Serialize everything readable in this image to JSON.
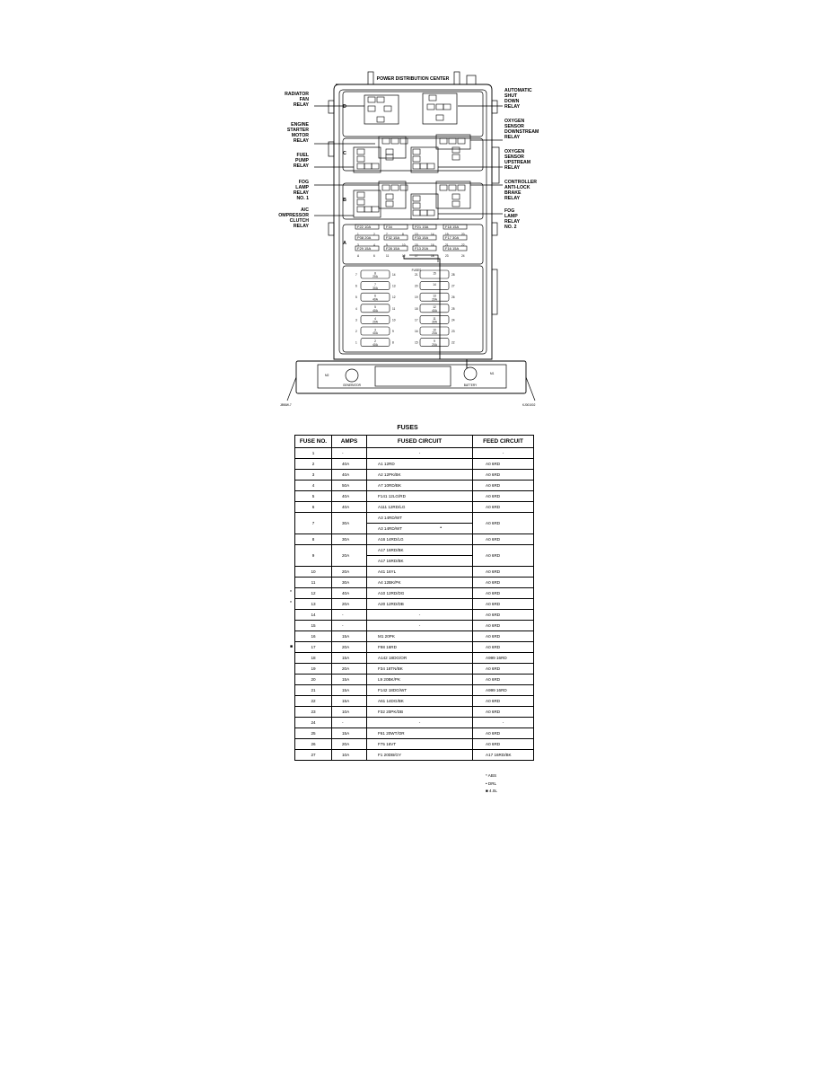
{
  "diagram": {
    "title": "POWER DISTRIBUTION CENTER",
    "left_labels": [
      {
        "id": "radiator-fan-relay",
        "lines": [
          "RADIATOR",
          "FAN",
          "RELAY"
        ]
      },
      {
        "id": "engine-starter-motor-relay",
        "lines": [
          "ENGINE",
          "STARTER",
          "MOTOR",
          "RELAY"
        ]
      },
      {
        "id": "fuel-pump-relay",
        "lines": [
          "FUEL",
          "PUMP",
          "RELAY"
        ]
      },
      {
        "id": "fog-lamp-relay-1",
        "lines": [
          "FOG",
          "LAMP",
          "RELAY",
          "NO. 1"
        ]
      },
      {
        "id": "ac-compressor-clutch-relay",
        "lines": [
          "A/C",
          "COMPRESSOR",
          "CLUTCH",
          "RELAY"
        ]
      }
    ],
    "right_labels": [
      {
        "id": "automatic-shut-down-relay",
        "lines": [
          "AUTOMATIC",
          "SHUT",
          "DOWN",
          "RELAY"
        ]
      },
      {
        "id": "oxygen-sensor-downstream-relay",
        "lines": [
          "OXYGEN",
          "SENSOR",
          "DOWNSTREAM",
          "RELAY"
        ]
      },
      {
        "id": "oxygen-sensor-upstream-relay",
        "lines": [
          "OXYGEN",
          "SENSOR",
          "UPSTREAM",
          "RELAY"
        ]
      },
      {
        "id": "controller-anti-lock-brake-relay",
        "lines": [
          "CONTROLLER",
          "ANTI-LOCK",
          "BRAKE",
          "RELAY"
        ]
      },
      {
        "id": "fog-lamp-relay-2",
        "lines": [
          "FOG",
          "LAMP",
          "RELAY",
          "NO. 2"
        ]
      }
    ],
    "row_letters": [
      "D",
      "C",
      "B",
      "A"
    ],
    "minifuse_labels": [
      "F22 10A",
      "F34",
      "P21 15A",
      "F18 15A",
      "P38 20A",
      "F32 15A",
      "F33 15A",
      "F17 30A",
      "F29 15A",
      "F28 15A",
      "F13 20A",
      "F16 15A"
    ],
    "minifuse_cavities": [
      "1",
      "2",
      "7",
      "8",
      "13",
      "14",
      "19",
      "20",
      "3",
      "4",
      "9",
      "10",
      "15",
      "16",
      "21",
      "22",
      "A",
      "6",
      "11",
      "12",
      "17",
      "18",
      "23",
      "24"
    ],
    "fuses_heading": "FUSES",
    "left_fuses": [
      {
        "n": "8",
        "a": "20A",
        "l": "7",
        "r": "14"
      },
      {
        "n": "7",
        "a": "30A",
        "l": "6",
        "r": "13"
      },
      {
        "n": "6",
        "a": "40A",
        "l": "5",
        "r": "12"
      },
      {
        "n": "5",
        "a": "40A",
        "l": "4",
        "r": "11"
      },
      {
        "n": "4",
        "a": "20A",
        "l": "3",
        "r": "10"
      },
      {
        "n": "3",
        "a": "40A",
        "l": "2",
        "r": "9"
      },
      {
        "n": "2",
        "a": "40A",
        "l": "1",
        "r": "8"
      }
    ],
    "right_fuses": [
      {
        "n": "15",
        "a": "",
        "l": "21",
        "r": "28"
      },
      {
        "n": "14",
        "a": "",
        "l": "20",
        "r": "27"
      },
      {
        "n": "13",
        "a": "20A",
        "l": "19",
        "r": "26"
      },
      {
        "n": "12",
        "a": "40A",
        "l": "18",
        "r": "25"
      },
      {
        "n": "11",
        "a": "30A",
        "l": "17",
        "r": "24"
      },
      {
        "n": "10",
        "a": "20A",
        "l": "16",
        "r": "23"
      },
      {
        "n": "9",
        "a": "20A",
        "l": "15",
        "r": "22"
      }
    ],
    "m2_label": "M2",
    "m1_label": "M1",
    "generator_label": "GENERATOR",
    "battery_label": "BATTERY",
    "ref_left": "J898W-7",
    "ref_right": "KJ001002"
  },
  "table": {
    "title": "FUSES",
    "headers": [
      "FUSE NO.",
      "AMPS",
      "FUSED CIRCUIT",
      "FEED CIRCUIT"
    ],
    "rows": [
      {
        "no": "1",
        "mark": "",
        "amps": "-",
        "circuits": [
          {
            "t": "-",
            "c": true
          }
        ],
        "feed": "-",
        "feed_c": true
      },
      {
        "no": "2",
        "mark": "",
        "amps": "40A",
        "circuits": [
          {
            "t": "A1 12RD"
          }
        ],
        "feed": "A0 6RD"
      },
      {
        "no": "3",
        "mark": "",
        "amps": "40A",
        "circuits": [
          {
            "t": "A2 12PK/BK"
          }
        ],
        "feed": "A0 6RD"
      },
      {
        "no": "4",
        "mark": "",
        "amps": "50A",
        "circuits": [
          {
            "t": "A7 10RD/BK"
          }
        ],
        "feed": "A0 6RD"
      },
      {
        "no": "5",
        "mark": "",
        "amps": "40A",
        "circuits": [
          {
            "t": "F141 12LG/RD"
          }
        ],
        "feed": "A0 6RD"
      },
      {
        "no": "6",
        "mark": "",
        "amps": "40A",
        "circuits": [
          {
            "t": "A111 12RD/LG"
          }
        ],
        "feed": "A0 6RD"
      },
      {
        "no": "7",
        "mark": "",
        "amps": "30A",
        "circuits": [
          {
            "t": "A3 14RD/WT"
          },
          {
            "t": "A3 14RD/WT",
            "note": "•"
          }
        ],
        "feed": "A0 6RD"
      },
      {
        "no": "8",
        "mark": "",
        "amps": "30A",
        "circuits": [
          {
            "t": "A16 14RD/LG"
          }
        ],
        "feed": "A0 6RD"
      },
      {
        "no": "9",
        "mark": "",
        "amps": "20A",
        "circuits": [
          {
            "t": "A17 16RD/BK"
          },
          {
            "t": "A17 16RD/BK"
          }
        ],
        "feed": "A0 6RD"
      },
      {
        "no": "10",
        "mark": "",
        "amps": "20A",
        "circuits": [
          {
            "t": "A41 16YL"
          }
        ],
        "feed": "A0 6RD"
      },
      {
        "no": "11",
        "mark": "",
        "amps": "30A",
        "circuits": [
          {
            "t": "A4 12BK/PK"
          }
        ],
        "feed": "A0 6RD"
      },
      {
        "no": "12",
        "mark": "*",
        "amps": "40A",
        "circuits": [
          {
            "t": "A10 12RD/DG"
          }
        ],
        "feed": "A0 6RD"
      },
      {
        "no": "13",
        "mark": "*",
        "amps": "20A",
        "circuits": [
          {
            "t": "A20 12RD/DB"
          }
        ],
        "feed": "A0 6RD"
      },
      {
        "no": "14",
        "mark": "",
        "amps": "-",
        "circuits": [
          {
            "t": "-",
            "c": true
          }
        ],
        "feed": "A0 6RD"
      },
      {
        "no": "15",
        "mark": "",
        "amps": "-",
        "circuits": [
          {
            "t": "-",
            "c": true
          }
        ],
        "feed": "A0 6RD"
      },
      {
        "no": "16",
        "mark": "",
        "amps": "15A",
        "circuits": [
          {
            "t": "M1 20PK"
          }
        ],
        "feed": "A0 6RD"
      },
      {
        "no": "17",
        "mark": "■",
        "amps": "20A",
        "circuits": [
          {
            "t": "F98 16RD"
          }
        ],
        "feed": "A0 6RD"
      },
      {
        "no": "18",
        "mark": "",
        "amps": "15A",
        "circuits": [
          {
            "t": "A142 18DG/OR"
          }
        ],
        "feed": "A999 16RD"
      },
      {
        "no": "19",
        "mark": "",
        "amps": "20A",
        "circuits": [
          {
            "t": "F34 18TN/BK"
          }
        ],
        "feed": "A0 6RD"
      },
      {
        "no": "20",
        "mark": "",
        "amps": "15A",
        "circuits": [
          {
            "t": "L9 20BK/PK"
          }
        ],
        "feed": "A0 6RD"
      },
      {
        "no": "21",
        "mark": "",
        "amps": "15A",
        "circuits": [
          {
            "t": "F142 18DG/WT"
          }
        ],
        "feed": "A999 16RD"
      },
      {
        "no": "22",
        "mark": "",
        "amps": "15A",
        "circuits": [
          {
            "t": "A61 14DG/BK"
          }
        ],
        "feed": "A0 6RD"
      },
      {
        "no": "23",
        "mark": "",
        "amps": "10A",
        "circuits": [
          {
            "t": "F32 20PK/DB"
          }
        ],
        "feed": "A0 6RD"
      },
      {
        "no": "24",
        "mark": "",
        "amps": "-",
        "circuits": [
          {
            "t": "-",
            "c": true
          }
        ],
        "feed": "-",
        "feed_c": true
      },
      {
        "no": "25",
        "mark": "",
        "amps": "15A",
        "circuits": [
          {
            "t": "F61 20WT/OR"
          }
        ],
        "feed": "A0 6RD"
      },
      {
        "no": "26",
        "mark": "",
        "amps": "20A",
        "circuits": [
          {
            "t": "F75 16VT"
          }
        ],
        "feed": "A0 6RD"
      },
      {
        "no": "27",
        "mark": "",
        "amps": "10A",
        "circuits": [
          {
            "t": "F1 20DB/GY"
          }
        ],
        "feed": "A17 16RD/BK"
      }
    ]
  },
  "legend": [
    "* ABS",
    "• DRL",
    "■ 4.0L"
  ]
}
